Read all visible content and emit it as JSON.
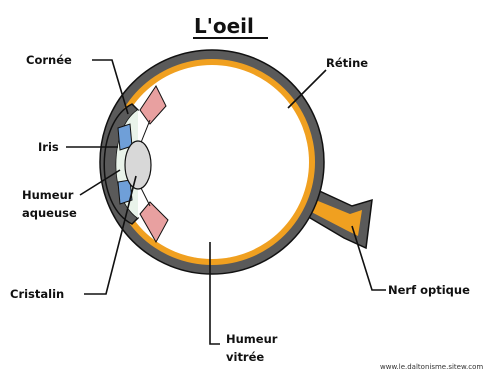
{
  "title": "L'oeil",
  "labels": {
    "cornee": "Cornée",
    "iris": "Iris",
    "humeur_aqueuse_1": "Humeur",
    "humeur_aqueuse_2": "aqueuse",
    "cristalin": "Cristalin",
    "retine": "Rétine",
    "nerf_optique": "Nerf optique",
    "humeur_vitree_1": "Humeur",
    "humeur_vitree_2": "vitrée"
  },
  "source": "www.le.daltonisme.sitew.com",
  "colors": {
    "sclera": "#5a5a5a",
    "retina": "#f0a020",
    "ciliary": "#e8a0a0",
    "iris": "#6f9fd8",
    "lens": "#d8d8d8",
    "outline": "#111111"
  }
}
